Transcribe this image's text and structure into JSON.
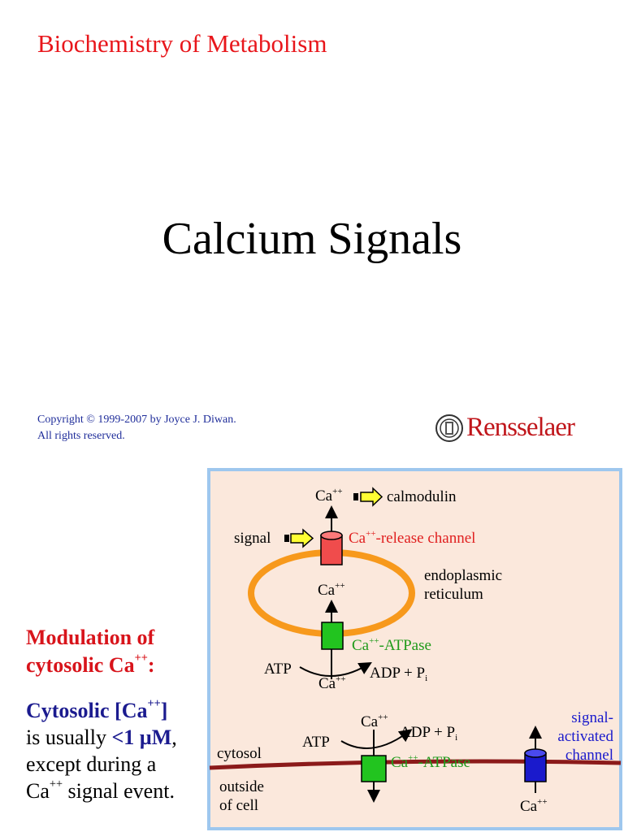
{
  "header": {
    "title": "Biochemistry of Metabolism"
  },
  "slide": {
    "title": "Calcium Signals"
  },
  "footer": {
    "copyright_line1": "Copyright © 1999-2007 by Joyce J. Diwan.",
    "copyright_line2": "All rights reserved.",
    "logo_text": "Rensselaer"
  },
  "side": {
    "heading_line1": "Modulation of",
    "heading_line2": "cytosolic Ca",
    "heading_sup": "++",
    "heading_colon": ":",
    "body_part1": "Cytosolic [Ca",
    "body_part1_sup": "++",
    "body_part1_end": "]",
    "body_line2_pre": "is usually ",
    "body_line2_bold": "<1 µM",
    "body_line2_post": ",",
    "body_line3": "except during a",
    "body_line4_pre": "Ca",
    "body_line4_sup": "++",
    "body_line4_post": " signal event."
  },
  "diagram": {
    "ca": "Ca",
    "ca_sup": "++",
    "calmodulin": "calmodulin",
    "signal": "signal",
    "release_channel": "-release channel",
    "er_line1": "endoplasmic",
    "er_line2": "reticulum",
    "atpase": "-ATPase",
    "atp": "ATP",
    "adp": "ADP + P",
    "adp_sub": "i",
    "cytosol": "cytosol",
    "outside_line1": "outside",
    "outside_line2": "of cell",
    "signal_channel_line1": "signal-",
    "signal_channel_line2": "activated",
    "signal_channel_line3": "channel"
  },
  "colors": {
    "header_red": "#e8161b",
    "panel_bg": "#fbe8dc",
    "panel_border": "#9ec7ee",
    "er_orange": "#f7991c",
    "membrane_maroon": "#8b1a1a",
    "release_channel_red": "#f04c4c",
    "atpase_green": "#22c41f",
    "signal_channel_blue": "#1a1acc",
    "signal_arrow_yellow": "#ffff33"
  }
}
